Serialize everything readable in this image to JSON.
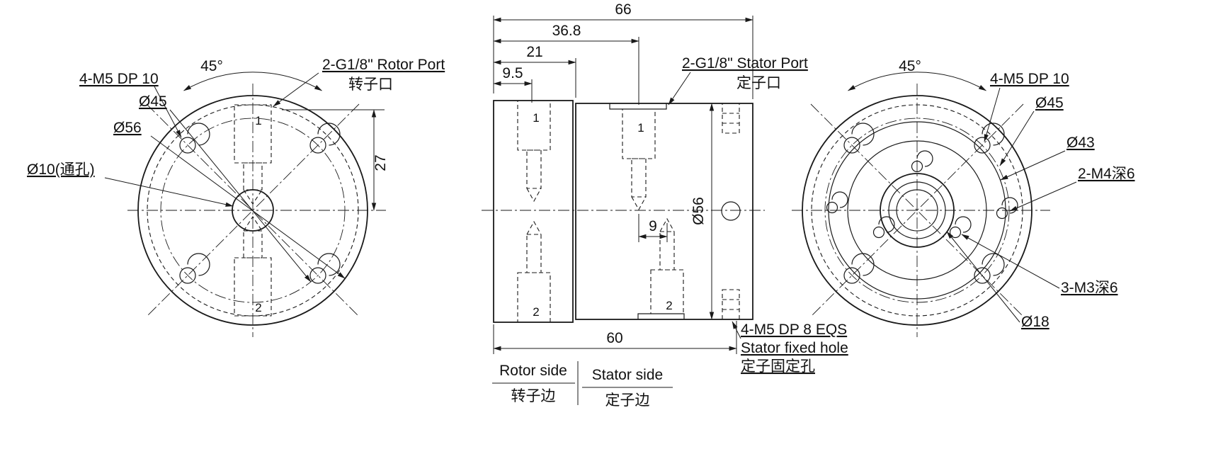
{
  "front_view": {
    "angle": "45°",
    "holes": "4-M5 DP 10",
    "bolt_circle": "Ø45",
    "outer_dia": "Ø56",
    "bore": "Ø10(通孔)",
    "port": "2-G1/8\" Rotor Port",
    "port_cn": "转子口",
    "dim_center_to_port": "27",
    "port1": "1",
    "port2": "2"
  },
  "section_view": {
    "dim_total": "66",
    "dim_36_8": "36.8",
    "dim_21": "21",
    "dim_9_5": "9.5",
    "dim_9": "9",
    "dim_60": "60",
    "outer_dia": "Ø56",
    "port": "2-G1/8\" Stator Port",
    "port_cn": "定子口",
    "fixed_hole_1": "4-M5 DP 8 EQS",
    "fixed_hole_2": "Stator fixed hole",
    "fixed_hole_3": "定子固定孔",
    "rotor_side": "Rotor side",
    "rotor_side_cn": "转子边",
    "stator_side": "Stator side",
    "stator_side_cn": "定子边",
    "port1": "1",
    "port2": "2"
  },
  "rear_view": {
    "angle": "45°",
    "holes": "4-M5 DP 10",
    "bolt_circle": "Ø45",
    "recess_dia": "Ø43",
    "m4_holes": "2-M4深6",
    "m3_holes": "3-M3深6",
    "bore": "Ø18"
  }
}
